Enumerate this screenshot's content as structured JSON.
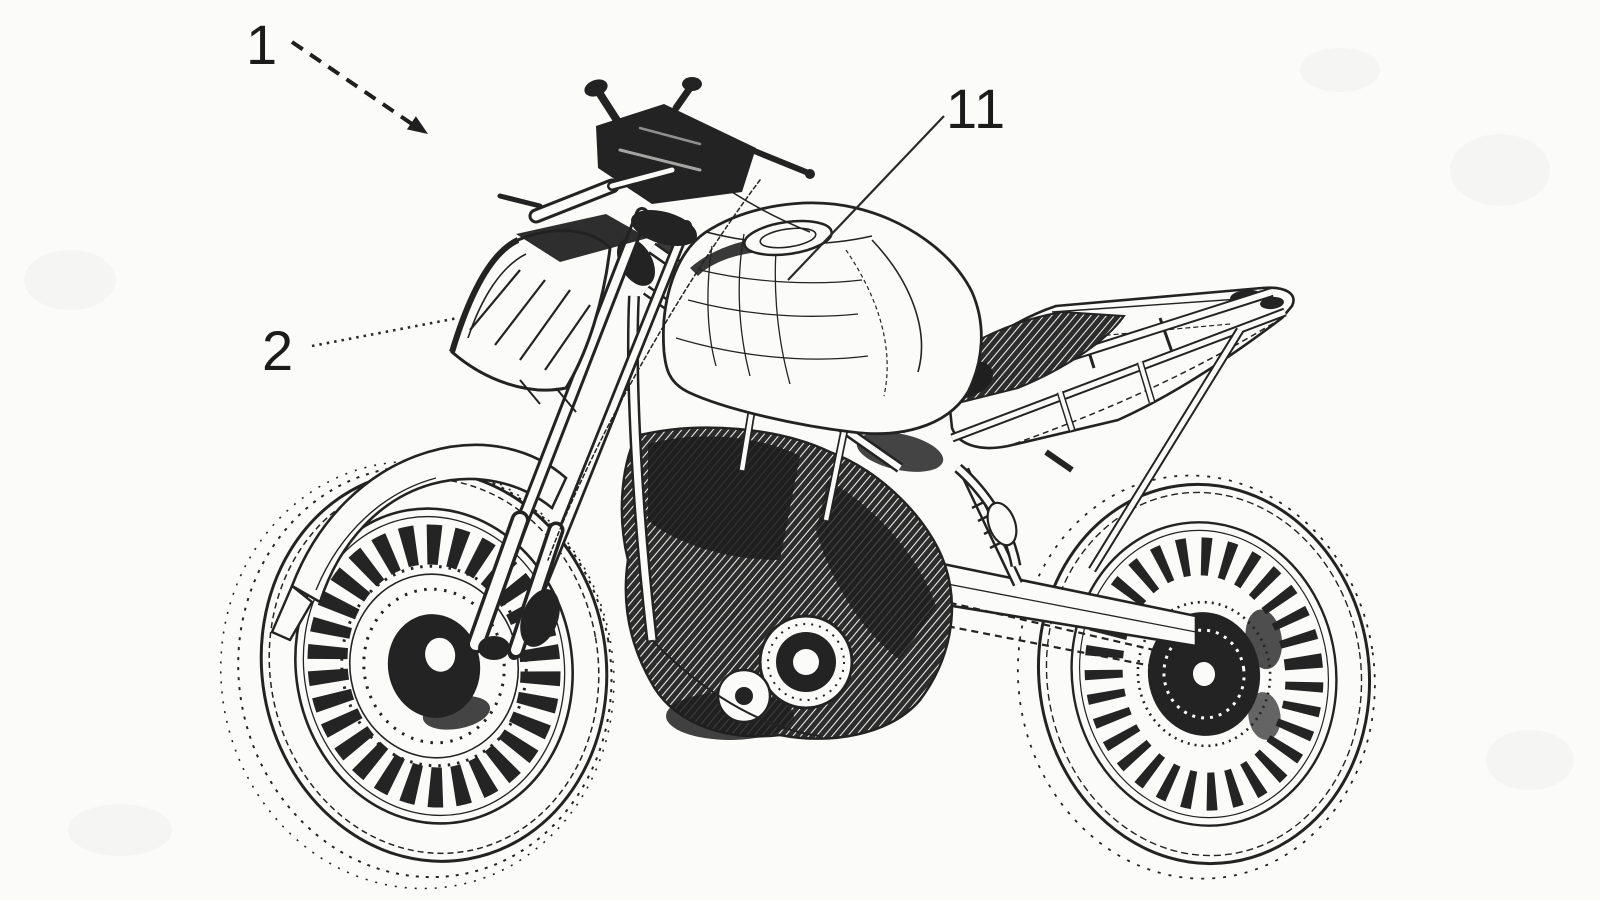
{
  "figure": {
    "type": "patent line drawing",
    "background_color": "#fbfbfa",
    "line_color": "#232323",
    "labels": [
      {
        "text": "1",
        "target": "motorcycle-overall"
      },
      {
        "text": "2",
        "target": "headlight-cowl"
      },
      {
        "text": "11",
        "target": "fuel-tank"
      }
    ]
  }
}
